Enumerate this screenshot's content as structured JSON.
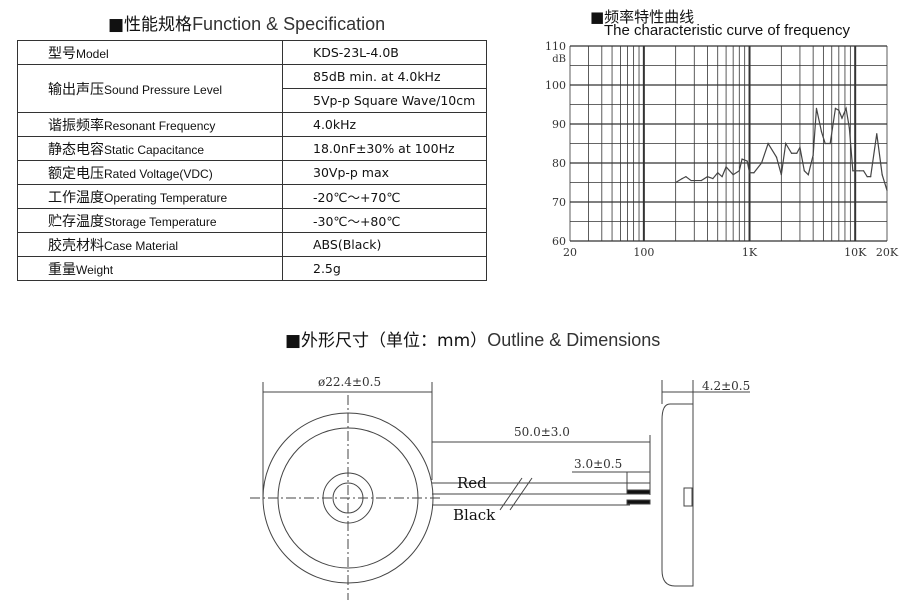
{
  "spec": {
    "title_cn": "■性能规格",
    "title_en": "Function & Specification",
    "rows": [
      {
        "cn": "型号",
        "en": "Model",
        "value": "KDS-23L-4.0B"
      },
      {
        "cn": "输出声压",
        "en": "Sound Pressure Level",
        "value": "85dB min. at 4.0kHz",
        "value2": "5Vp-p Square Wave/10cm"
      },
      {
        "cn": "谐振频率",
        "en": "Resonant Frequency",
        "value": "4.0kHz"
      },
      {
        "cn": "静态电容",
        "en": "Static Capacitance",
        "value": "18.0nF±30% at 100Hz"
      },
      {
        "cn": "额定电压",
        "en": "Rated Voltage(VDC)",
        "value": "30Vp-p max"
      },
      {
        "cn": "工作温度",
        "en": "Operating Temperature",
        "value": "-20℃～+70℃"
      },
      {
        "cn": "贮存温度",
        "en": "Storage Temperature",
        "value": "-30℃～+80℃"
      },
      {
        "cn": "胶壳材料",
        "en": "Case Material",
        "value": "ABS(Black)"
      },
      {
        "cn": "重量",
        "en": "Weight",
        "value": "2.5g"
      }
    ]
  },
  "chart_data": {
    "type": "line",
    "title": "■频率特性曲线",
    "subtitle": "The characteristic curve of frequency",
    "ylabel": "dB",
    "xscale": "log",
    "xlim": [
      20,
      20000
    ],
    "ylim": [
      60,
      110
    ],
    "grid": true,
    "yticks": [
      {
        "v": 60,
        "label": "60"
      },
      {
        "v": 70,
        "label": "70"
      },
      {
        "v": 80,
        "label": "80"
      },
      {
        "v": 90,
        "label": "90"
      },
      {
        "v": 100,
        "label": "100"
      },
      {
        "v": 110,
        "label": "110"
      }
    ],
    "xticks": [
      {
        "v": 20,
        "label": "20"
      },
      {
        "v": 100,
        "label": "100"
      },
      {
        "v": 1000,
        "label": "1K"
      },
      {
        "v": 10000,
        "label": "10K"
      },
      {
        "v": 20000,
        "label": "20K"
      }
    ],
    "x": [
      200,
      230,
      250,
      280,
      350,
      400,
      450,
      500,
      550,
      600,
      700,
      800,
      850,
      950,
      1000,
      1100,
      1300,
      1500,
      1800,
      2000,
      2200,
      2500,
      2800,
      3000,
      3300,
      3600,
      4000,
      4300,
      4800,
      5200,
      5800,
      6500,
      7000,
      7500,
      8200,
      8800,
      9500,
      11000,
      12000,
      13000,
      14000,
      16000,
      18000,
      20000
    ],
    "y": [
      75,
      76,
      76.5,
      75.5,
      75.5,
      76.5,
      76,
      77.5,
      76.5,
      79,
      77,
      78,
      81,
      80.5,
      77.5,
      77.5,
      80,
      85,
      81.5,
      77,
      85,
      82.5,
      82.5,
      84,
      78,
      77,
      82,
      94,
      88,
      85,
      85,
      94,
      93.5,
      91.5,
      94,
      89,
      78,
      78,
      78,
      76.5,
      76.5,
      87.5,
      77,
      73
    ]
  },
  "outline": {
    "title_cn": "■外形尺寸（单位：mm）",
    "title_en": "Outline & Dimensions",
    "diameter": "ø22.4±0.5",
    "lead_length": "50.0±3.0",
    "strip_length": "3.0±0.5",
    "thickness": "4.2±0.5",
    "red": "Red",
    "black": "Black"
  }
}
